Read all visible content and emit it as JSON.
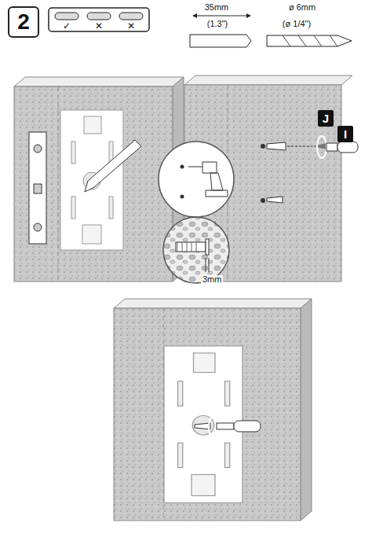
{
  "diagram": {
    "nodes": [
      {
        "text": [
          "2"
        ]
      },
      {
        "text": [
          "J"
        ]
      },
      {
        "text": [
          "I"
        ]
      }
    ],
    "labels": [
      "✓",
      "✕",
      "✕",
      "35mm",
      "(1.3\")",
      "ø 6mm",
      "(ø 1/4\")",
      "3mm"
    ]
  }
}
